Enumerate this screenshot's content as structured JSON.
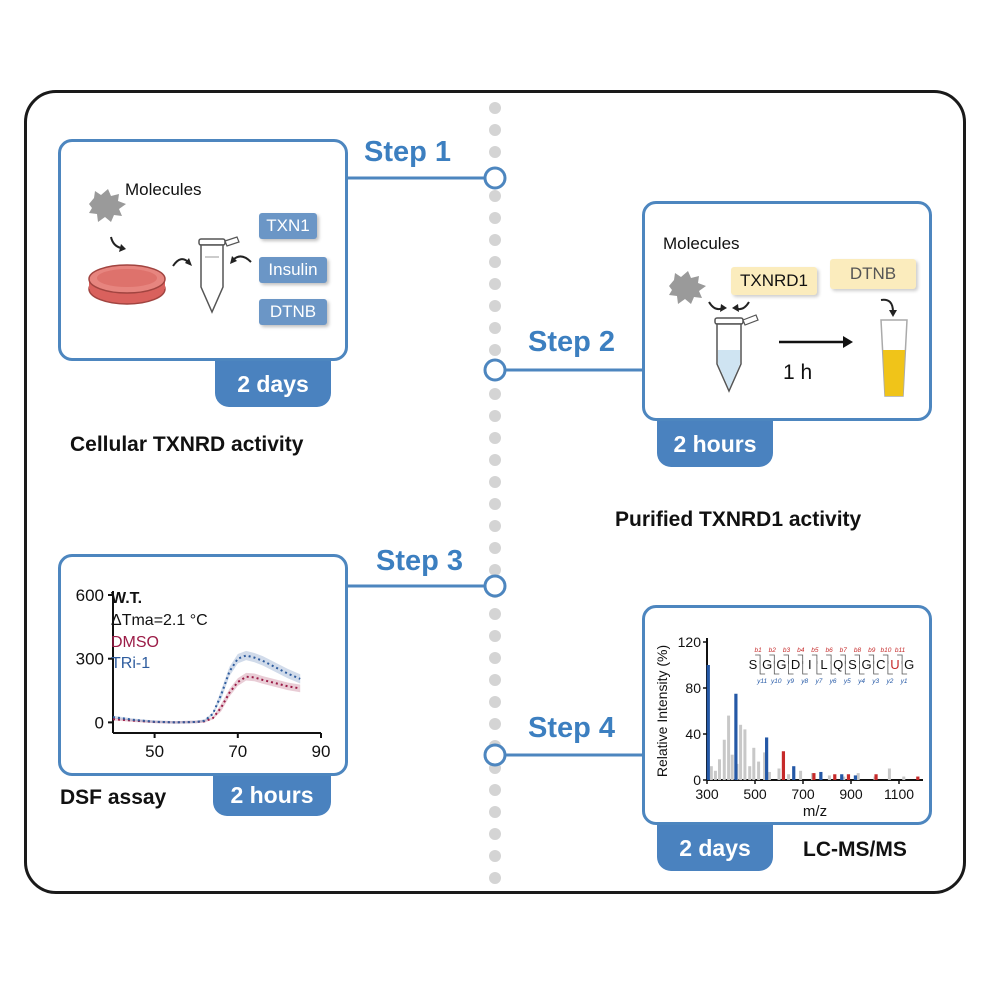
{
  "steps": {
    "step1": {
      "label": "Step 1",
      "time": "2 days",
      "title": "Cellular TXNRD activity",
      "molecules": "Molecules",
      "reagents": [
        "TXN1",
        "Insulin",
        "DTNB"
      ]
    },
    "step2": {
      "label": "Step 2",
      "time": "2 hours",
      "title": "Purified TXNRD1 activity",
      "molecules": "Molecules",
      "enzyme": "TXNRD1",
      "substrate": "DTNB",
      "duration": "1 h"
    },
    "step3": {
      "label": "Step 3",
      "time": "2 hours",
      "title": "DSF assay"
    },
    "step4": {
      "label": "Step 4",
      "time": "2 days",
      "title": "LC-MS/MS"
    }
  },
  "colors": {
    "accent": "#4d86bf",
    "badge": "#4a82bf",
    "dmso": "#9b1b46",
    "tri1": "#2e5c9e",
    "yellow_liquid": "#f0c419",
    "dish": "#d9615d"
  },
  "chart_data": [
    {
      "type": "line",
      "title": "",
      "xlabel": "",
      "ylabel": "",
      "xlim": [
        40,
        90
      ],
      "ylim": [
        -50,
        600
      ],
      "x_ticks": [
        "50",
        "70",
        "90"
      ],
      "y_ticks": [
        "0",
        "300",
        "600"
      ],
      "annotations": [
        "W.T.",
        "ΔTma=2.1 °C"
      ],
      "series": [
        {
          "name": "DMSO",
          "color": "#9b1b46",
          "x": [
            40,
            45,
            50,
            55,
            60,
            62,
            64,
            66,
            68,
            70,
            72,
            74,
            76,
            78,
            80,
            82,
            85
          ],
          "y": [
            15,
            8,
            2,
            0,
            2,
            5,
            20,
            70,
            140,
            190,
            215,
            212,
            200,
            190,
            180,
            170,
            160
          ]
        },
        {
          "name": "TRi-1",
          "color": "#2e5c9e",
          "x": [
            40,
            45,
            50,
            55,
            60,
            62,
            64,
            66,
            68,
            70,
            72,
            74,
            76,
            78,
            80,
            82,
            85
          ],
          "y": [
            25,
            12,
            3,
            0,
            2,
            8,
            40,
            130,
            240,
            300,
            315,
            305,
            290,
            270,
            250,
            230,
            205
          ]
        }
      ]
    },
    {
      "type": "bar",
      "title": "",
      "xlabel": "m/z",
      "ylabel": "Relative Intensity (%)",
      "xlim": [
        300,
        1200
      ],
      "ylim": [
        0,
        120
      ],
      "x_ticks": [
        "300",
        "500",
        "700",
        "900",
        "1100"
      ],
      "y_ticks": [
        "0",
        "40",
        "80",
        "120"
      ],
      "peptide": {
        "sequence": [
          "S",
          "G",
          "G",
          "D",
          "I",
          "L",
          "Q",
          "S",
          "G",
          "C",
          "U",
          "G"
        ],
        "b_ions": [
          "b1",
          "b2",
          "b3",
          "b4",
          "b5",
          "b6",
          "b7",
          "b8",
          "b9",
          "b10",
          "b11"
        ],
        "y_ions": [
          "y11",
          "y10",
          "y9",
          "y8",
          "y7",
          "y6",
          "y5",
          "y4",
          "y3",
          "y2",
          "y1"
        ]
      },
      "series": [
        {
          "name": "unassigned",
          "color": "#c8c8c8",
          "x": [
            318,
            335,
            352,
            372,
            390,
            405,
            425,
            440,
            458,
            478,
            495,
            515,
            540,
            560,
            600,
            640,
            690,
            740,
            810,
            870,
            930,
            1000,
            1060,
            1120
          ],
          "y": [
            12,
            8,
            18,
            35,
            56,
            22,
            14,
            48,
            44,
            12,
            28,
            16,
            24,
            7,
            10,
            5,
            8,
            6,
            4,
            3,
            6,
            3,
            10,
            3
          ]
        },
        {
          "name": "b ions",
          "color": "#c62a2a",
          "x": [
            618,
            745,
            832,
            889,
            1004,
            1178
          ],
          "y": [
            25,
            6,
            5,
            5,
            5,
            3
          ]
        },
        {
          "name": "y ions",
          "color": "#2458a6",
          "x": [
            305,
            420,
            548,
            661,
            774,
            861,
            918
          ],
          "y": [
            100,
            75,
            37,
            12,
            7,
            5,
            4
          ]
        }
      ]
    }
  ]
}
